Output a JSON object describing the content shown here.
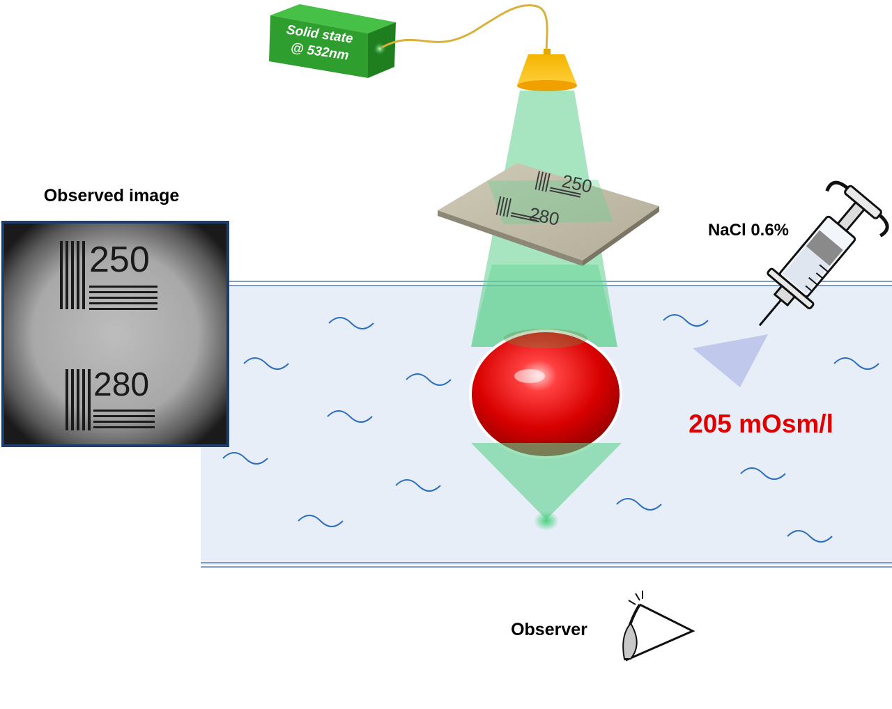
{
  "labels": {
    "laser_line1": "Solid state",
    "laser_line2": "@ 532nm",
    "observed_image": "Observed image",
    "nacl": "NaCl 0.6%",
    "osmolarity": "205 mOsm/l",
    "observer": "Observer"
  },
  "target": {
    "numbers": [
      "250",
      "280"
    ]
  },
  "colors": {
    "laser_box": "#2e9e2e",
    "beam": "#5fd08e",
    "cell": "#e00000",
    "medium": "#e7eef8",
    "medium_border": "#7d9cc9",
    "wave": "#2f6fbf",
    "osmolarity_text": "#e00000",
    "fiber": "#e8c43a"
  },
  "icons": [
    "laser-box-icon",
    "fiber-head-icon",
    "syringe-icon",
    "eye-icon",
    "red-blood-cell-icon",
    "resolution-target-icon"
  ]
}
